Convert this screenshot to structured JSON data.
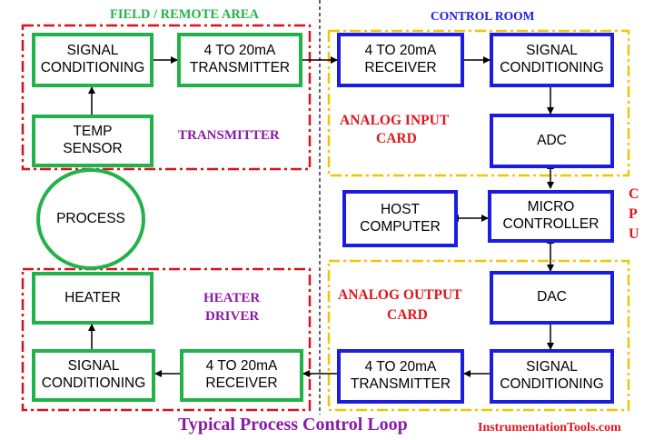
{
  "areas": {
    "field": "FIELD / REMOTE AREA",
    "control": "CONTROL ROOM"
  },
  "groups": {
    "transmitter": "TRANSMITTER",
    "heater_driver_1": "HEATER",
    "heater_driver_2": "DRIVER",
    "analog_input_1": "ANALOG INPUT",
    "analog_input_2": "CARD",
    "analog_output_1": "ANALOG OUTPUT",
    "analog_output_2": "CARD",
    "cpu": [
      "C",
      "P",
      "U"
    ]
  },
  "blocks": {
    "signal_cond_tx": [
      "SIGNAL",
      "CONDITIONING"
    ],
    "transmitter_4_20_tx": [
      "4 TO 20mA",
      "TRANSMITTER"
    ],
    "temp_sensor": [
      "TEMP",
      "SENSOR"
    ],
    "process": "PROCESS",
    "heater": "HEATER",
    "signal_cond_heater": [
      "SIGNAL",
      "CONDITIONING"
    ],
    "receiver_4_20_heater": [
      "4 TO 20mA",
      "RECEIVER"
    ],
    "receiver_4_20_ai": [
      "4 TO 20mA",
      "RECEIVER"
    ],
    "signal_cond_ai": [
      "SIGNAL",
      "CONDITIONING"
    ],
    "adc": "ADC",
    "host_computer": [
      "HOST",
      "COMPUTER"
    ],
    "micro_controller": [
      "MICRO",
      "CONTROLLER"
    ],
    "dac": "DAC",
    "transmitter_4_20_ao": [
      "4 TO 20mA",
      "TRANSMITTER"
    ],
    "signal_cond_ao": [
      "SIGNAL",
      "CONDITIONING"
    ]
  },
  "footer": {
    "title": "Typical Process Control Loop",
    "brand": "InstrumentationTools.com"
  },
  "colors": {
    "field_block": "#22b24a",
    "control_block": "#1c1ce0",
    "field_frame": "#d4141c",
    "control_frame": "#f2c500",
    "group_label_purple": "#8a1aa8",
    "group_label_red": "#e0151b",
    "area_label_green": "#22b24a",
    "area_label_blue": "#1c1ce0"
  }
}
